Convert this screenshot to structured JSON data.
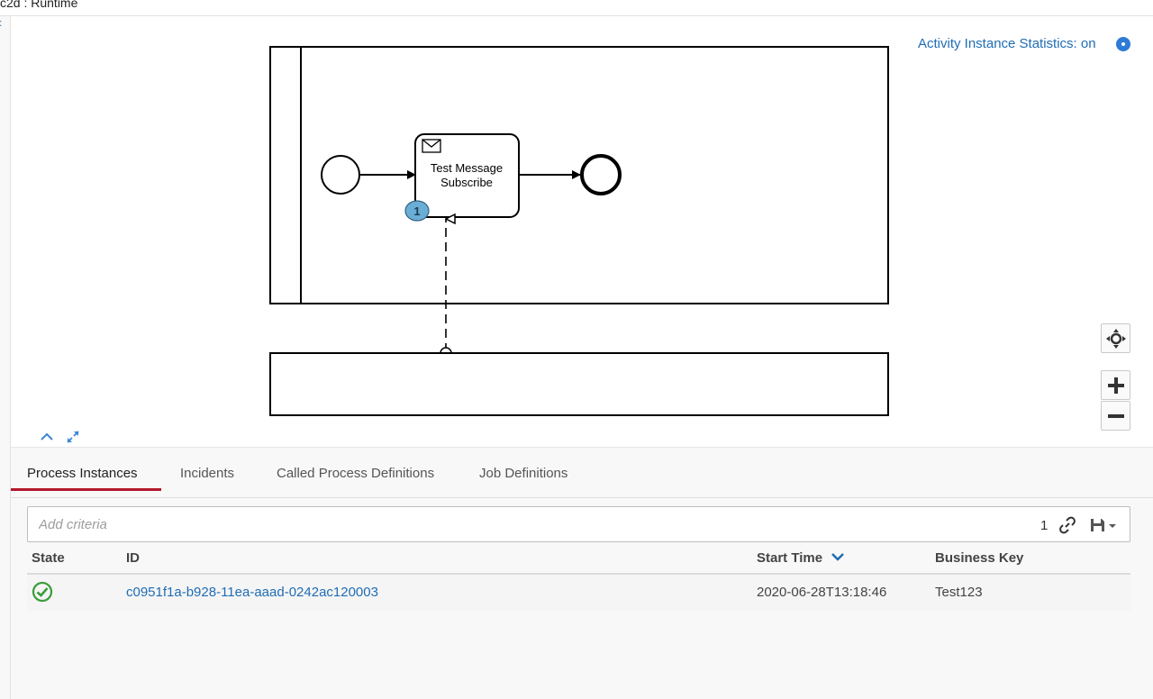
{
  "window": {
    "title": "c2d : Runtime"
  },
  "diagram": {
    "stats_label": "Activity Instance Statistics: on",
    "task_name_line1": "Test Message",
    "task_name_line2": "Subscribe",
    "task_badge_count": "1"
  },
  "tabs": [
    {
      "label": "Process Instances",
      "active": true
    },
    {
      "label": "Incidents",
      "active": false
    },
    {
      "label": "Called Process Definitions",
      "active": false
    },
    {
      "label": "Job Definitions",
      "active": false
    }
  ],
  "search": {
    "placeholder": "Add criteria",
    "result_count": "1"
  },
  "table": {
    "columns": {
      "state": "State",
      "id": "ID",
      "start_time": "Start Time",
      "business_key": "Business Key"
    },
    "rows": [
      {
        "state": "completed",
        "id": "c0951f1a-b928-11ea-aaad-0242ac120003",
        "start_time": "2020-06-28T13:18:46",
        "business_key": "Test123"
      }
    ]
  },
  "colors": {
    "accent": "#1f6db4",
    "tab_active": "#b3182b",
    "success": "#3a9d3a",
    "badge": "#6aaed6"
  },
  "icons": {
    "message": "envelope-icon",
    "state": "check-circle-icon",
    "sort": "chevron-down-icon",
    "center": "crosshair-icon",
    "zoom_in": "plus-icon",
    "zoom_out": "minus-icon",
    "collapse": "chevron-up-icon",
    "fullscreen": "expand-icon",
    "share": "link-icon",
    "save": "floppy-icon"
  }
}
